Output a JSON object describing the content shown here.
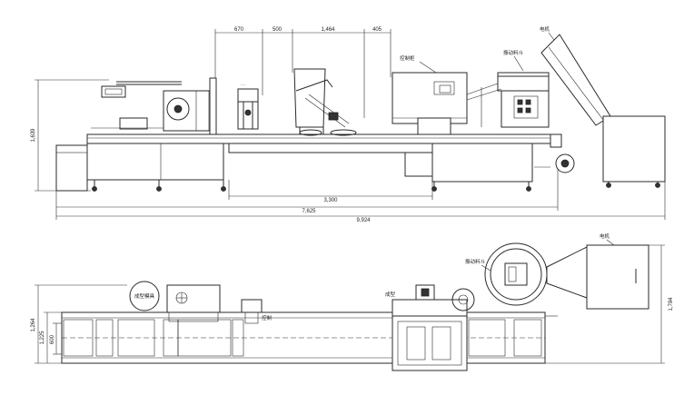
{
  "side_view": {
    "top_dimensions": [
      "670",
      "500",
      "1,464",
      "405"
    ],
    "overall_height": "1,639",
    "bottom_dimensions": {
      "inner": "3,300",
      "middle": "7,625",
      "overall": "9,924"
    },
    "labels": {
      "motor_top": "电机",
      "control_box": "控制柜",
      "feeder_box": "振动料斗"
    }
  },
  "plan_view": {
    "overall_width": "1,784",
    "left_dimensions": [
      "1,264",
      "1,225",
      "600"
    ],
    "labels": {
      "motor_top": "电机",
      "blower": "振动料斗",
      "side_note": "控制",
      "left_machine": "成型",
      "left_circle": "成型模具"
    }
  }
}
